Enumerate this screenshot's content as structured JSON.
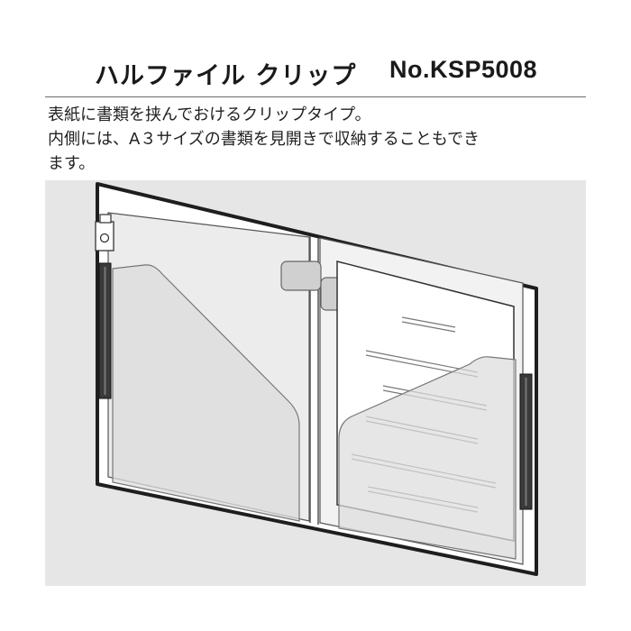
{
  "header": {
    "product_name": "ハルファイル クリップ",
    "model_number": "No.KSP5008"
  },
  "description": {
    "lines": [
      "表紙に書類を挟んでおけるクリップタイプ。",
      "内側には、A３サイズの書類を見開きで収納することもでき",
      "ます。"
    ]
  },
  "illustration": {
    "background_color": "#e6e6e6",
    "frame_color": "#1e1e1e",
    "pocket_color": "#d8d8d8"
  }
}
